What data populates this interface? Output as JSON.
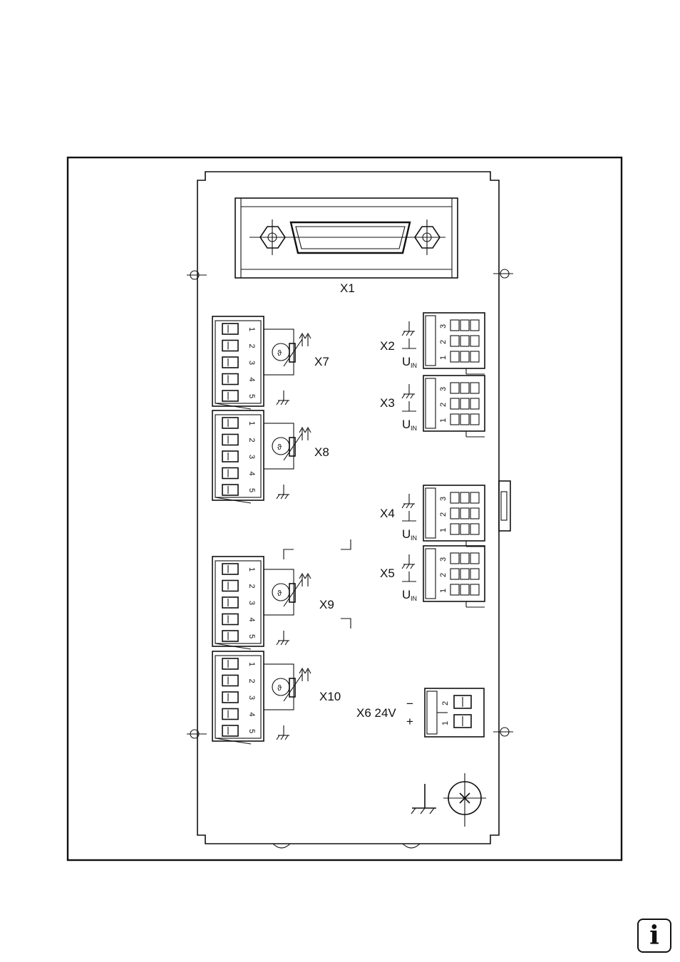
{
  "diagram": {
    "main_connector": {
      "label": "X1"
    },
    "sensor_connectors": [
      {
        "label": "X7",
        "pins": [
          "1",
          "2",
          "3",
          "4",
          "5"
        ]
      },
      {
        "label": "X8",
        "pins": [
          "1",
          "2",
          "3",
          "4",
          "5"
        ]
      },
      {
        "label": "X9",
        "pins": [
          "1",
          "2",
          "3",
          "4",
          "5"
        ]
      },
      {
        "label": "X10",
        "pins": [
          "1",
          "2",
          "3",
          "4",
          "5"
        ]
      }
    ],
    "input_connectors": [
      {
        "label": "X2",
        "pins": [
          "3",
          "2",
          "1"
        ],
        "u_label": "U",
        "u_sub": "IN"
      },
      {
        "label": "X3",
        "pins": [
          "3",
          "2",
          "1"
        ],
        "u_label": "U",
        "u_sub": "IN"
      },
      {
        "label": "X4",
        "pins": [
          "3",
          "2",
          "1"
        ],
        "u_label": "U",
        "u_sub": "IN"
      },
      {
        "label": "X5",
        "pins": [
          "3",
          "2",
          "1"
        ],
        "u_label": "U",
        "u_sub": "IN"
      }
    ],
    "power_connector": {
      "label": "X6 24V",
      "pins": [
        "2",
        "1"
      ],
      "minus": "−",
      "plus": "+"
    },
    "symbols": {
      "thermistor": "theta-thermistor-icon",
      "arrows": "double-arrow-up-icon",
      "ground": "ground-icon",
      "chassis": "chassis-ground-icon",
      "screw": "screw-cross-icon"
    }
  },
  "info_icon": {
    "glyph": "i"
  }
}
